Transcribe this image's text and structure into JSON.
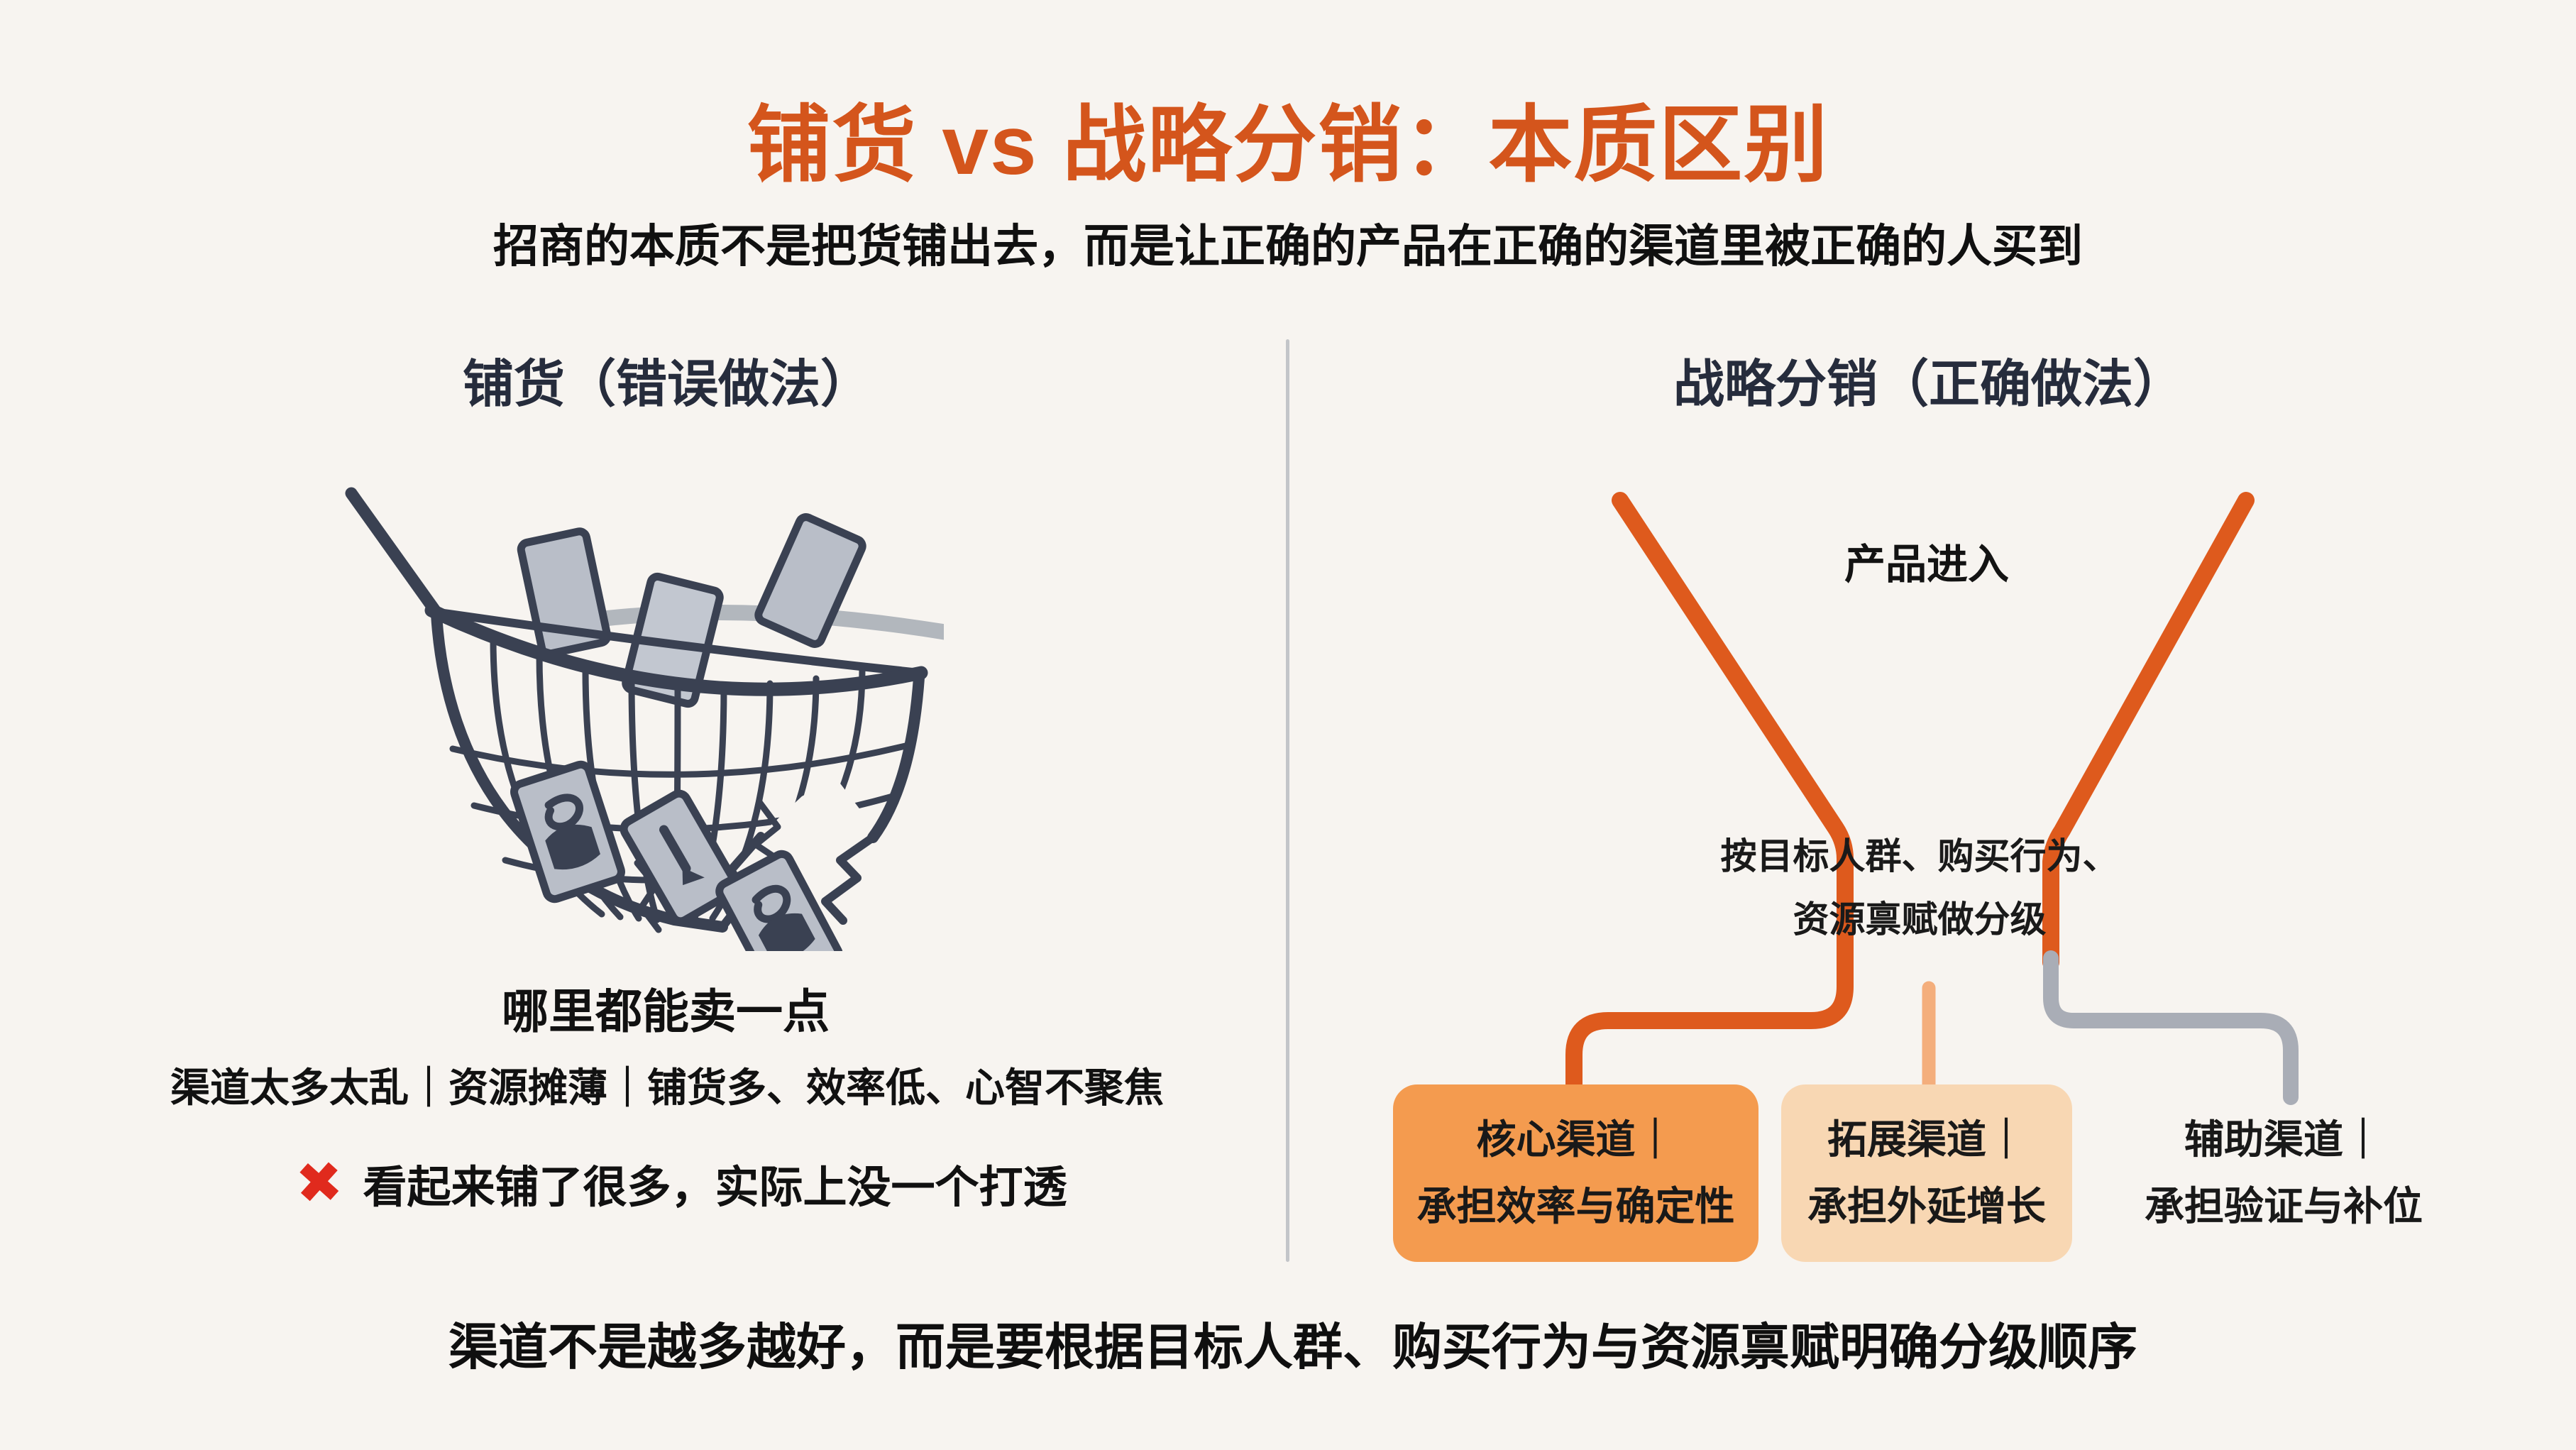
{
  "title": {
    "text": "铺货 vs 战略分销：本质区别"
  },
  "subtitle": "招商的本质不是把货铺出去，而是让正确的产品在正确的渠道里被正确的人买到",
  "left_panel": {
    "header": "铺货（错误做法）",
    "illustration": "broken-basket-with-falling-product-cards",
    "caption": "哪里都能卖一点",
    "issues": "渠道太多太乱｜资源摊薄｜铺货多、效率低、心智不聚焦",
    "x_icon": "✖",
    "x_note": "看起来铺了很多，实际上没一个打透"
  },
  "right_panel": {
    "header": "战略分销（正确做法）",
    "illustration": "funnel-splitting-into-graded-channels",
    "funnel_entry_label": "产品进入",
    "funnel_note": {
      "line1": "按目标人群、购买行为、",
      "line2": "资源禀赋做分级"
    },
    "channels": [
      {
        "name": "core",
        "label_line1": "核心渠道｜",
        "label_line2": "承担效率与确定性",
        "fill": "#f49b4f"
      },
      {
        "name": "expansion",
        "label_line1": "拓展渠道｜",
        "label_line2": "承担外延增长",
        "fill": "#f8d7b3"
      },
      {
        "name": "auxiliary",
        "label_line1": "辅助渠道｜",
        "label_line2": "承担验证与补位",
        "fill": "transparent"
      }
    ]
  },
  "footer": "渠道不是越多越好，而是要根据目标人群、购买行为与资源禀赋明确分级顺序",
  "colors": {
    "background": "#f7f4f0",
    "title_orange": "#d4551c",
    "funnel_orange": "#de5a1d",
    "stub_light_orange": "#f4ae7c",
    "auxiliary_gray": "#a9adb6",
    "core_box": "#f49b4f",
    "expansion_box": "#f8d7b3",
    "heading_dark": "#262c3c",
    "basket_stroke": "#3a4152",
    "card_gray": "#b9bec8",
    "error_red": "#e02a1d"
  }
}
